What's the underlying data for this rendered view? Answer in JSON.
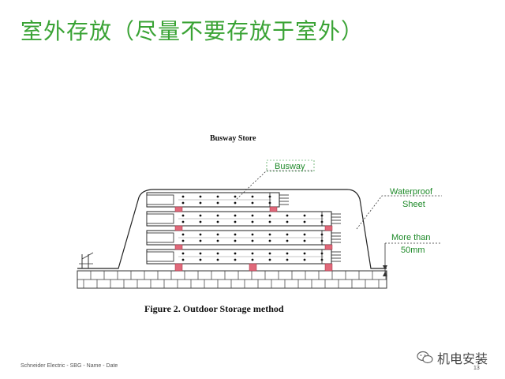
{
  "slide": {
    "title": "室外存放（尽量不要存放于室外）",
    "page_number": "13",
    "footer": "Schneider Electric - SBG - Name - Date"
  },
  "figure": {
    "heading": "Busway Store",
    "caption": "Figure 2. Outdoor Storage method",
    "annotations": {
      "busway": "Busway",
      "waterproof_line1": "Waterproof",
      "waterproof_line2": "Sheet",
      "clearance_line1": "More  than",
      "clearance_line2": "50mm"
    }
  },
  "watermark": {
    "text": "机电安装",
    "icon": "wechat-icon"
  },
  "colors": {
    "title": "#3aa335",
    "support_block": "#e0697a",
    "annotation": "#1f8a2a"
  }
}
